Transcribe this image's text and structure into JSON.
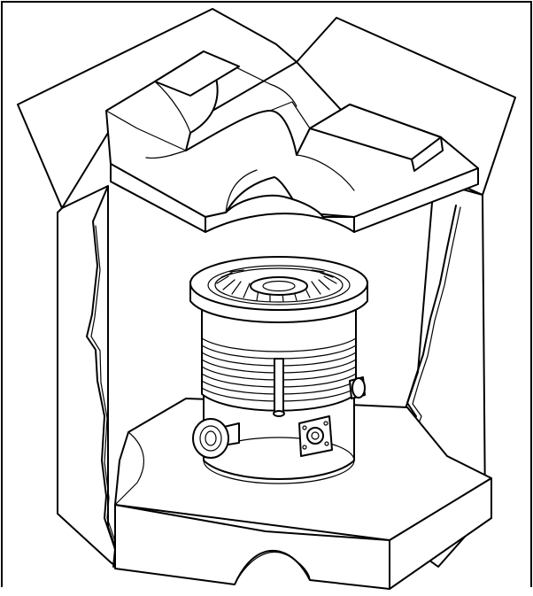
{
  "figure": {
    "type": "technical-line-drawing",
    "frame_color": "#000000",
    "line_color": "#000000",
    "background": "#ffffff"
  },
  "parts": {
    "box": "packaging-box",
    "top_insert": "foam-insert-top",
    "bottom_insert": "foam-insert-bottom",
    "pump": "vacuum-pump"
  }
}
